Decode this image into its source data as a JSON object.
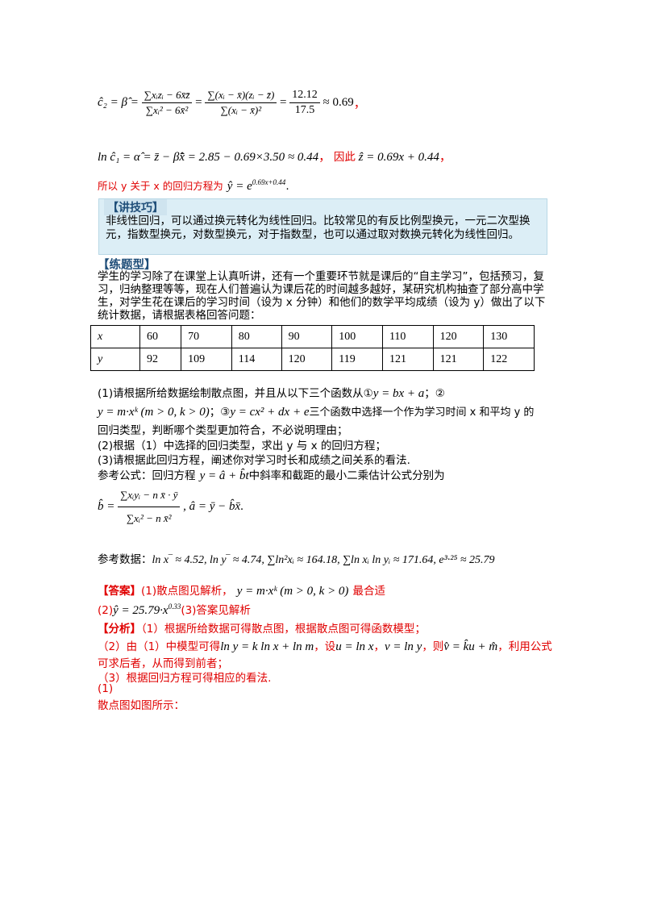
{
  "derivation": {
    "eq1_lhs": "ĉ₂ = β̂ =",
    "eq1_frac1_num": "∑xᵢzᵢ − 6x̄z̄",
    "eq1_frac1_den": "∑xᵢ² − 6x̄²",
    "eq1_frac2_num": "∑(xᵢ − x̄)(zᵢ − z̄)",
    "eq1_frac2_den": "∑(xᵢ − x̄)²",
    "eq1_num_value": "12.12",
    "eq1_den_value": "17.5",
    "eq1_result": "≈ 0.69",
    "eq1_comma": "，",
    "eq2_text": "ln ĉ₁ = α̂ = z̄ − β̂x̄ = 2.85 − 0.69×3.50 ≈ 0.44",
    "eq2_comma": "，",
    "eq2_conclude_label": "因此",
    "eq2_conclude_formula": "ẑ = 0.69x + 0.44",
    "eq2_end": "，",
    "eq3_text": "所以 y 关于 x 的回归方程为",
    "eq3_formula": "ŷ = e",
    "eq3_exponent": "0.69x+0.44",
    "eq3_end": "."
  },
  "tip": {
    "title": "【讲技巧】",
    "body": "非线性回归，可以通过换元转化为线性回归。比较常见的有反比例型换元，一元二次型换元，指数型换元，对数型换元，对于指数型，也可以通过取对数换元转化为线性回归。"
  },
  "practice": {
    "title": "【练题型】",
    "intro": "学生的学习除了在课堂上认真听讲，还有一个重要环节就是课后的“自主学习”，包括预习，复习，归纳整理等等，现在人们普遍认为课后花的时间越多越好，某研究机构抽查了部分高中学生，对学生花在课后的学习时间（设为 x 分钟）和他们的数学平均成绩（设为 y）做出了以下统计数据，请根据表格回答问题："
  },
  "table": {
    "row_labels": [
      "x",
      "y"
    ],
    "x_values": [
      "60",
      "70",
      "80",
      "90",
      "100",
      "110",
      "120",
      "130"
    ],
    "y_values": [
      "92",
      "109",
      "114",
      "120",
      "119",
      "121",
      "121",
      "122"
    ]
  },
  "questions": {
    "q1_line1": "(1)请根据所给数据绘制散点图，并且从以下三个函数从①",
    "q1_f1": "y = bx + a",
    "q1_mid": "；②",
    "q1_f2": "y = m·xᵏ (m > 0, k > 0)",
    "q1_f3_prefix": "；③",
    "q1_f3": "y = cx² + dx + e",
    "q1_line2_end": "三个函数中选择一个作为学习时间 x 和平均 y 的",
    "q1_line3": "回归类型，判断哪个类型更加符合，不必说明理由；",
    "q2": "(2)根据（1）中选择的回归类型，求出 y 与 x 的回归方程；",
    "q3": "(3)请根据此回归方程，阐述你对学习时长和成绩之间关系的看法.",
    "ref_formula_label": "参考公式：回归方程",
    "ref_formula_eq": "y = â + b̂t",
    "ref_formula_tail": "中斜率和截距的最小二乘估计公式分别为",
    "ref_b_lhs": "b̂ =",
    "ref_b_num": "∑xᵢyᵢ − n x̄ · ȳ",
    "ref_b_den": "∑xᵢ² − n x̄²",
    "ref_a": ", â = ȳ − b̂x̄",
    "ref_end": ".",
    "ref_data_label": "参考数据：",
    "ref_data": "ln x‾ ≈ 4.52, ln y‾ ≈ 4.74, ∑ln²xᵢ ≈ 164.18, ∑ln xᵢ ln yᵢ ≈ 171.64, e³·²⁵ ≈ 25.79"
  },
  "answer": {
    "label": "【答案】",
    "a1_prefix": "(1)散点图见解析，",
    "a1_formula": "y = m·xᵏ (m > 0, k > 0)",
    "a1_suffix": "最合适",
    "a2_prefix": "(2)",
    "a2_formula": "ŷ = 25.79·x",
    "a2_exponent": "0.33",
    "a2_suffix": "(3)答案见解析"
  },
  "analysis": {
    "label": "【分析】",
    "p1": "（1）根据所给数据可得散点图，根据散点图可得函数模型；",
    "p2_a": "（2）由（1）中模型可得",
    "p2_f1": "ln y = k ln x + ln m",
    "p2_b": "，设",
    "p2_f2": "u = ln x",
    "p2_c": "，",
    "p2_f3": "v = ln y",
    "p2_d": "，则",
    "p2_f4": "v̂ = k̂u + m̂",
    "p2_e": "，利用公式",
    "p2_line2": "可求后者，从而得到前者；",
    "p3": "（3）根据回归方程可得相应的看法.",
    "part": "(1)",
    "scatter_text": "散点图如图所示："
  }
}
